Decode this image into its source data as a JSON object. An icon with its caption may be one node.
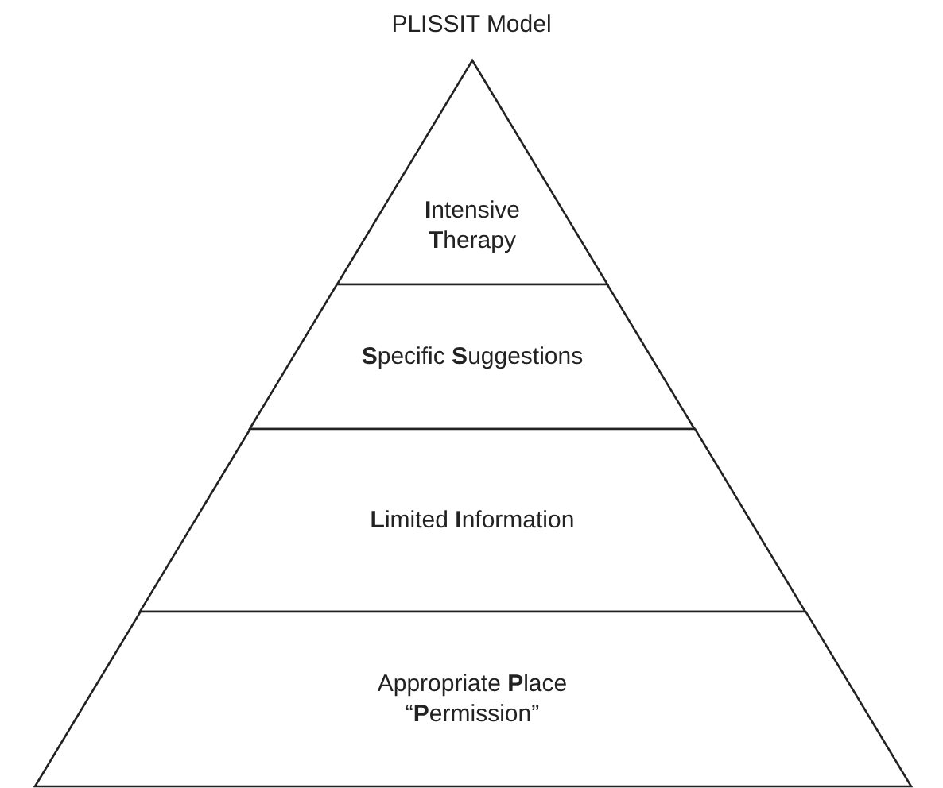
{
  "diagram": {
    "title": "PLISSIT Model",
    "nodes": [
      {
        "text": [
          "**I**ntensive **T**herapy"
        ]
      },
      {
        "text": [
          "**S**pecific **S**uggestions"
        ]
      },
      {
        "text": [
          "**L**imited **I**nformation"
        ]
      },
      {
        "text": [
          "Appropriate **P**lace “**P**ermission”"
        ]
      }
    ]
  }
}
